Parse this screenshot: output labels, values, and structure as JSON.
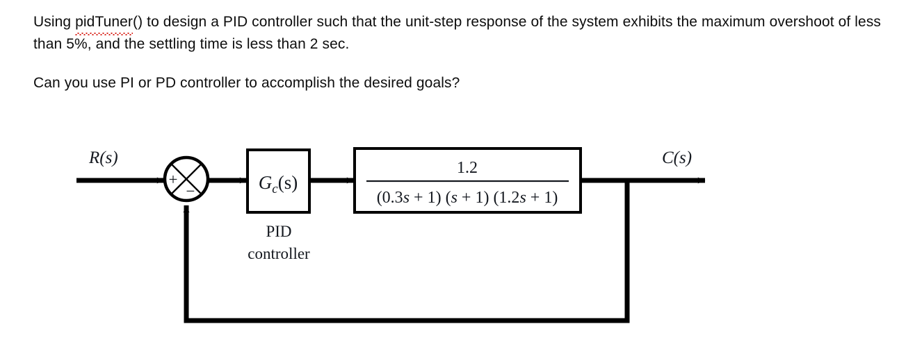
{
  "document": {
    "paragraphs": [
      {
        "id": "para-1",
        "before_spellcheck": "Using ",
        "spellcheck_word": "pidTuner",
        "after_spellcheck": "() to design a PID controller such that the unit-step response of the system exhibits the maximum overshoot of less than 5%, and the settling time is less than 2 sec."
      },
      {
        "id": "para-2",
        "text": "Can you use PI or PD controller to accomplish the desired goals?"
      }
    ]
  },
  "diagram": {
    "type": "control-block-diagram",
    "input_signal_label": "R(s)",
    "output_signal_label": "C(s)",
    "summing_junction": {
      "plus_sign": "+",
      "minus_sign": "−"
    },
    "controller_block": {
      "label_main": "G",
      "label_sub": "c",
      "label_tail": "(s)",
      "caption_line1": "PID",
      "caption_line2": "controller"
    },
    "plant_block": {
      "numerator": "1.2",
      "denominator_parts": [
        {
          "open": "(0.3",
          "var": "s",
          "close": " + 1)"
        },
        {
          "open": " (",
          "var": "s",
          "close": " + 1)"
        },
        {
          "open": " (1.2",
          "var": "s",
          "close": " + 1)"
        }
      ],
      "denominator_plain": "(0.3s + 1) (s + 1) (1.2s + 1)"
    },
    "colors": {
      "line": "#000000",
      "text": "#14181f",
      "spellcheck_underline": "#d9281f",
      "background": "#ffffff"
    }
  }
}
